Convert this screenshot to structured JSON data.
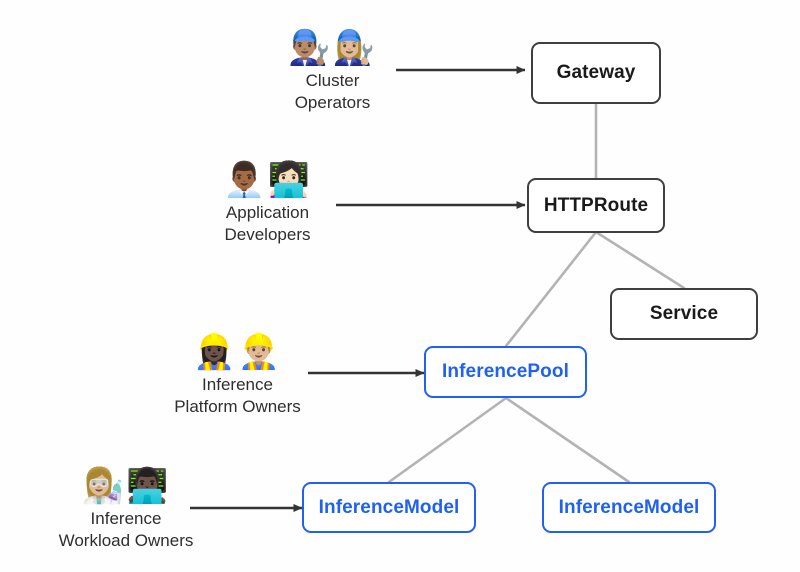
{
  "diagram": {
    "title": "Gateway API Inference Extension resource model",
    "background_color": "#fefefe",
    "accent_color": "#1f62f2",
    "node_border_color": "#3f3f3f",
    "edge_color": "#b3b3b3",
    "arrow_color": "#333333"
  },
  "nodes": [
    {
      "id": "gateway",
      "label": "Gateway",
      "style": "default"
    },
    {
      "id": "httproute",
      "label": "HTTPRoute",
      "style": "default"
    },
    {
      "id": "service",
      "label": "Service",
      "style": "default"
    },
    {
      "id": "inferencepool",
      "label": "InferencePool",
      "style": "accent"
    },
    {
      "id": "inferencemodel1",
      "label": "InferenceModel",
      "style": "accent"
    },
    {
      "id": "inferencemodel2",
      "label": "InferenceModel",
      "style": "accent"
    }
  ],
  "personas": [
    {
      "id": "cluster-operators",
      "emojis": "👨🏽‍🔧👩🏼‍🔧",
      "icon_names": [
        "mechanic-man-icon",
        "mechanic-woman-icon"
      ],
      "label": "Cluster\nOperators",
      "target": "Gateway"
    },
    {
      "id": "application-developers",
      "emojis": "👨🏾‍💼👩🏻‍💻",
      "icon_names": [
        "office-worker-icon",
        "technologist-woman-icon"
      ],
      "label": "Application\nDevelopers",
      "target": "HTTPRoute"
    },
    {
      "id": "inference-platform-owners",
      "emojis": "👷🏿‍♀️👷🏼‍♂️",
      "icon_names": [
        "construction-worker-woman-icon",
        "construction-worker-man-icon"
      ],
      "label": "Inference\nPlatform Owners",
      "target": "InferencePool"
    },
    {
      "id": "inference-workload-owners",
      "emojis": "👩🏼‍🔬👨🏿‍💻",
      "icon_names": [
        "scientist-woman-icon",
        "technologist-man-icon"
      ],
      "label": "Inference\nWorkload Owners",
      "target": "InferenceModel"
    }
  ],
  "edges": [
    {
      "from": "gateway",
      "to": "httproute",
      "kind": "link"
    },
    {
      "from": "httproute",
      "to": "inferencepool",
      "kind": "link"
    },
    {
      "from": "httproute",
      "to": "service",
      "kind": "link"
    },
    {
      "from": "inferencepool",
      "to": "inferencemodel1",
      "kind": "link"
    },
    {
      "from": "inferencepool",
      "to": "inferencemodel2",
      "kind": "link"
    }
  ],
  "persona_arrows": [
    {
      "from": "cluster-operators",
      "to": "gateway"
    },
    {
      "from": "application-developers",
      "to": "httproute"
    },
    {
      "from": "inference-platform-owners",
      "to": "inferencepool"
    },
    {
      "from": "inference-workload-owners",
      "to": "inferencemodel1"
    }
  ]
}
